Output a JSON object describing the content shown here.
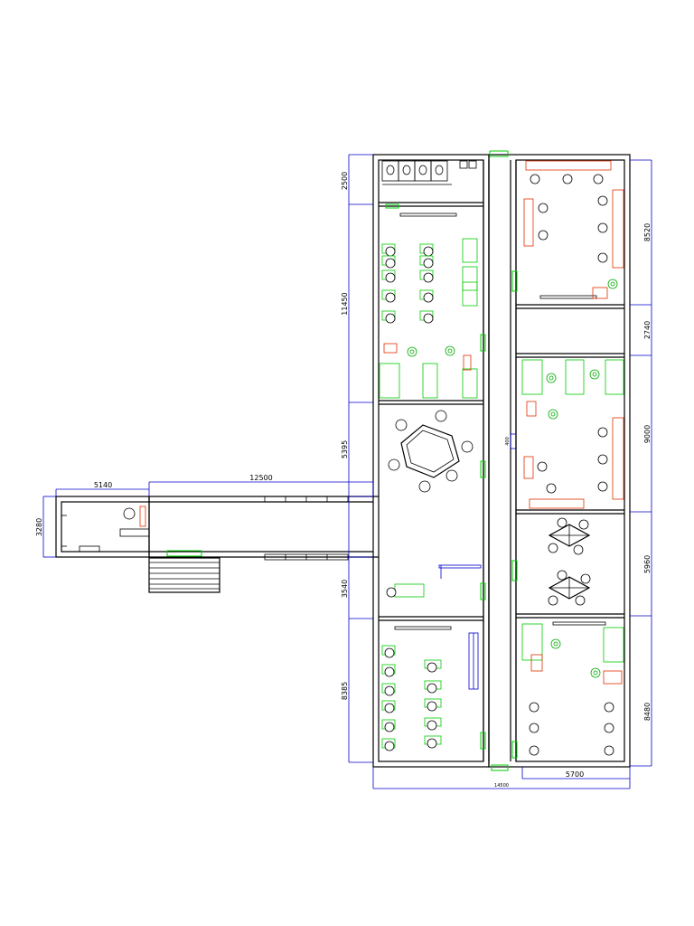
{
  "dimensions": {
    "d_2500": "2500",
    "d_11450": "11450",
    "d_5395": "5395",
    "d_3540": "3540",
    "d_8385": "8385",
    "d_3280": "3280",
    "d_5140": "5140",
    "d_12500": "12500",
    "d_8520": "8520",
    "d_2740": "2740",
    "d_9000": "9000",
    "d_5960": "5960",
    "d_8480": "8480",
    "d_5700": "5700",
    "d_14500": "14500",
    "d_small": "400"
  },
  "colors": {
    "wall": "#000000",
    "dimension": "#0000cc",
    "workstation": "#00cc00",
    "manager_desk": "#e03000",
    "plant": "#00aa00"
  }
}
